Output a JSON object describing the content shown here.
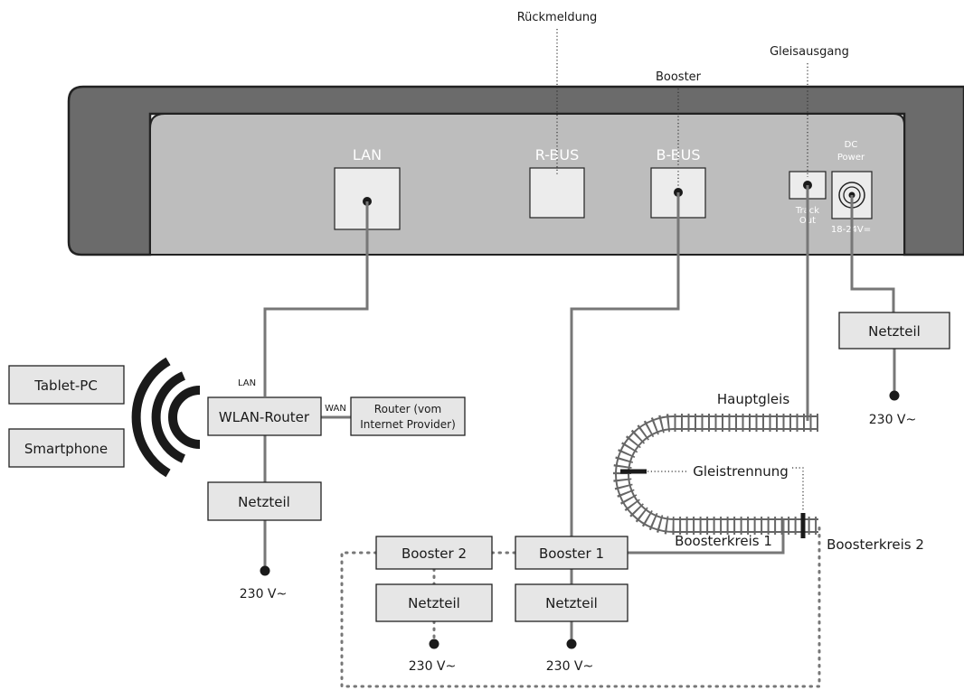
{
  "labels": {
    "rueckmeldung": "Rückmeldung",
    "gleisausgang": "Gleisausgang",
    "booster_top": "Booster"
  },
  "device": {
    "lan": "LAN",
    "rbus": "R-BUS",
    "bbus": "B-BUS",
    "dc_line1": "DC",
    "dc_line2": "Power",
    "dc_voltage": "18-24V=",
    "track_line1": "Track",
    "track_line2": "Out"
  },
  "boxes": {
    "tablet": "Tablet-PC",
    "smartphone": "Smartphone",
    "wlan_router": "WLAN-Router",
    "router_line1": "Router (vom",
    "router_line2": "Internet Provider)",
    "netzteil": "Netzteil",
    "booster1": "Booster 1",
    "booster2": "Booster 2"
  },
  "connectors": {
    "lan": "LAN",
    "wan": "WAN"
  },
  "power": {
    "mains": "230 V~"
  },
  "track": {
    "hauptgleis": "Hauptgleis",
    "gleistrennung": "Gleistrennung",
    "boosterkreis1": "Boosterkreis 1",
    "boosterkreis2": "Boosterkreis 2"
  },
  "colors": {
    "device_outer": "#6b6b6b",
    "device_panel": "#bdbdbd",
    "box_fill": "#e6e6e6",
    "wire": "#777777"
  }
}
